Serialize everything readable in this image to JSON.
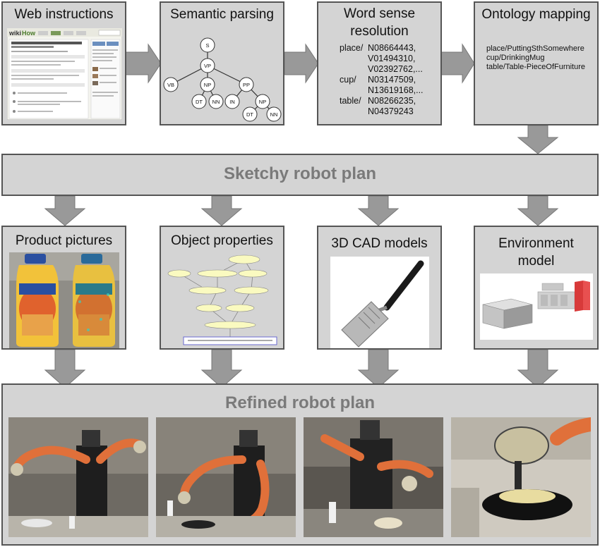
{
  "diagram": {
    "boxes": {
      "web_instructions": "Web instructions",
      "semantic_parsing": "Semantic parsing",
      "word_sense_line1": "Word sense",
      "word_sense_line2": "resolution",
      "ontology_mapping": "Ontology mapping",
      "sketchy_plan": "Sketchy robot plan",
      "product_pictures": "Product pictures",
      "object_properties": "Object properties",
      "cad_models": "3D CAD models",
      "environment_line1": "Environment",
      "environment_line2": "model",
      "refined_plan": "Refined robot plan"
    },
    "parse_tree": {
      "nodes": [
        "S",
        "VP",
        "VB",
        "NP",
        "PP",
        "DT",
        "NN",
        "IN",
        "NP",
        "DT",
        "NN"
      ]
    },
    "word_senses": [
      {
        "word": "place/",
        "senses": [
          "N08664443,",
          "V01494310,",
          "V02392762,..."
        ]
      },
      {
        "word": "cup/",
        "senses": [
          "N03147509,",
          "N13619168,..."
        ]
      },
      {
        "word": "table/",
        "senses": [
          "N08266235,",
          "N04379243"
        ]
      }
    ],
    "ontology_lines": [
      "place/PuttingSthSomewhere",
      "cup/DrinkingMug",
      "table/Table-PieceOfFurniture"
    ],
    "colors": {
      "box_fill": "#d4d4d4",
      "box_border": "#555555",
      "arrow_fill": "#999999",
      "robot_arm": "#e0703a"
    },
    "icons": [
      "wikihow-page-thumbnail",
      "pancake-mix-bottles-photo",
      "object-graph-thumbnail",
      "spatula-model",
      "kitchen-environment-model",
      "robot-photo"
    ]
  }
}
